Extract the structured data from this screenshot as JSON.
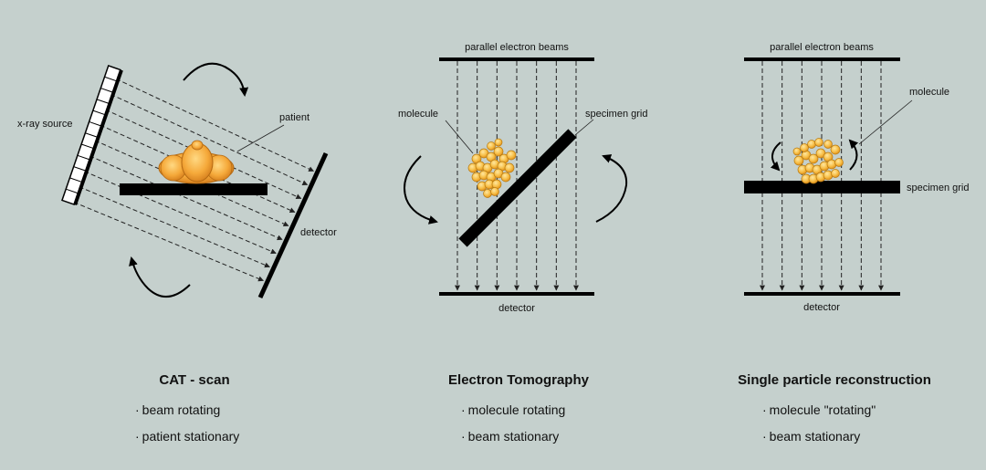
{
  "panels": [
    {
      "id": "cat",
      "title": "CAT - scan",
      "labels": {
        "source": "x-ray source",
        "subject": "patient",
        "detector": "detector"
      },
      "bullets": [
        "beam rotating",
        "patient stationary"
      ]
    },
    {
      "id": "tomo",
      "title": "Electron Tomography",
      "labels": {
        "beams": "parallel electron beams",
        "subject": "molecule",
        "grid": "specimen grid",
        "detector": "detector"
      },
      "bullets": [
        "molecule rotating",
        "beam stationary"
      ]
    },
    {
      "id": "spr",
      "title": "Single particle reconstruction",
      "labels": {
        "beams": "parallel electron beams",
        "subject": "molecule",
        "grid": "specimen grid",
        "detector": "detector"
      },
      "bullets": [
        "molecule \"rotating\"",
        "beam stationary"
      ]
    }
  ],
  "bullet_char": "·",
  "colors": {
    "background": "#c5d0cd",
    "blob_fill": "#f2b338",
    "blob_edge": "#b87a10",
    "ink": "#000000"
  }
}
